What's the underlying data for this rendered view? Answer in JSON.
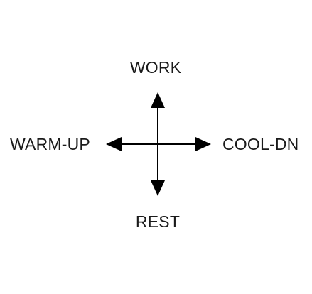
{
  "labels": {
    "top": "WORK",
    "bottom": "REST",
    "left": "WARM-UP",
    "right": "COOL-DN"
  },
  "colors": {
    "arrow": "#000000",
    "text": "#1a1a1a",
    "background": "#ffffff"
  }
}
